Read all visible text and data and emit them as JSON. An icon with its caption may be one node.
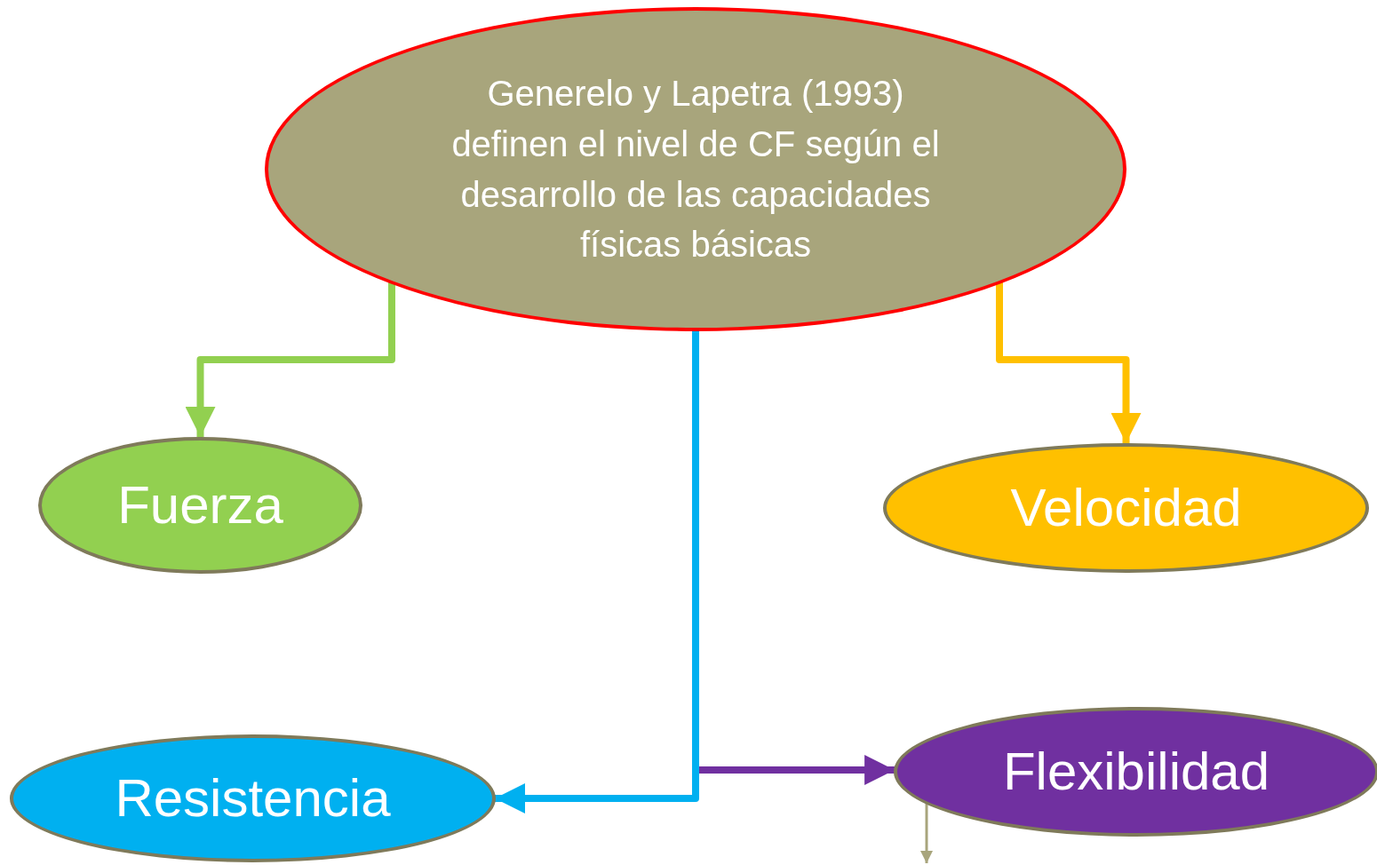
{
  "diagram": {
    "nodes": [
      {
        "text": [
          "Generelo y Lapetra (1993) definen el nivel de CF según el desarrollo de las capacidades físicas básicas"
        ]
      },
      {
        "text": [
          "Fuerza"
        ]
      },
      {
        "text": [
          "Velocidad"
        ]
      },
      {
        "text": [
          "Resistencia"
        ]
      },
      {
        "text": [
          "Flexibilidad"
        ]
      }
    ],
    "edges": [
      {
        "from": 0,
        "to": 1,
        "arrow": "to",
        "color": "#92d050"
      },
      {
        "from": 0,
        "to": 2,
        "arrow": "to",
        "color": "#ffc000"
      },
      {
        "from": 0,
        "to": 3,
        "arrow": "to",
        "color": "#00b0f0"
      },
      {
        "from": 0,
        "to": 4,
        "arrow": "to",
        "color": "#7030a0"
      },
      {
        "from": 4,
        "to": null,
        "arrow": "to",
        "color": "#a8a57c"
      }
    ]
  }
}
